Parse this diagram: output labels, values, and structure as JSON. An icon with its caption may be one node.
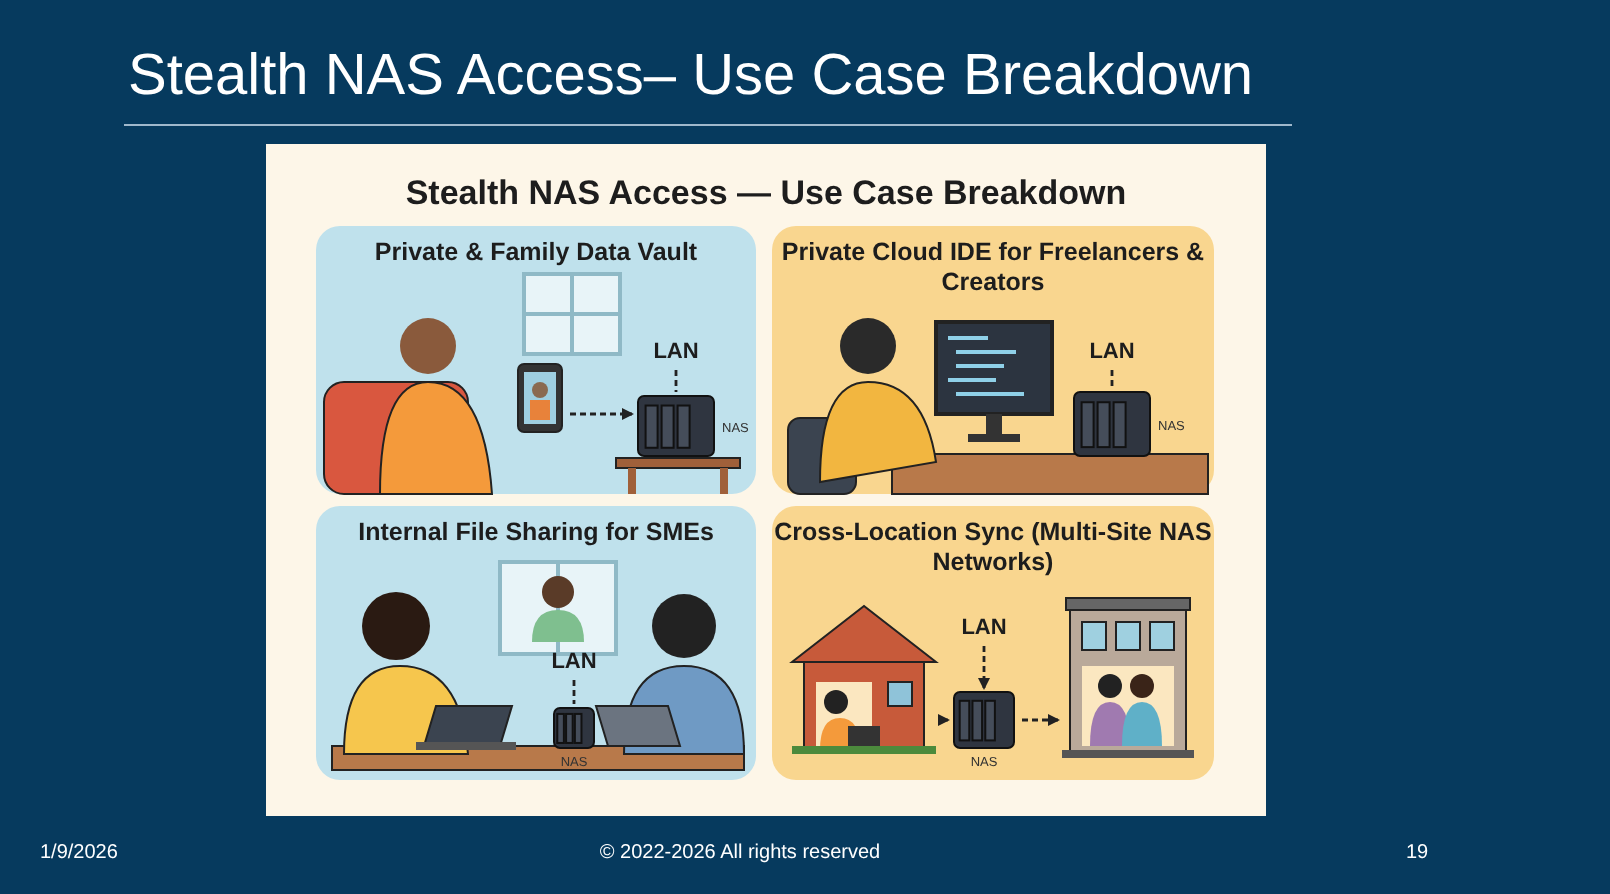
{
  "diagram": {
    "title": "Stealth NAS Access– Use Case Breakdown",
    "nodes": [
      {
        "text": [
          "Private & Family Data Vault"
        ]
      },
      {
        "text": [],
        "shape": "picture",
        "in": 0
      },
      {
        "text": [],
        "shape": "box",
        "in": 0,
        "beside": [
          "NAS"
        ]
      },
      {
        "text": [
          "LAN"
        ],
        "in": 0
      },
      {
        "text": [
          "Private Cloud IDE for Freelancers & Creators"
        ]
      },
      {
        "text": [],
        "shape": "box",
        "in": 4,
        "beside": [
          "NAS"
        ]
      },
      {
        "text": [
          "LAN"
        ],
        "in": 4
      },
      {
        "text": [
          "Internal File Sharing for SMEs"
        ]
      },
      {
        "text": [],
        "shape": "box",
        "in": 7,
        "beside": [
          "NAS"
        ]
      },
      {
        "text": [
          "LAN"
        ],
        "in": 7
      },
      {
        "text": [
          "Cross-Location Sync (Multi-Site NAS Networks)"
        ]
      },
      {
        "text": [],
        "shape": "picture",
        "in": 10
      },
      {
        "text": [],
        "shape": "box",
        "in": 10,
        "beside": [
          "NAS"
        ]
      },
      {
        "text": [],
        "shape": "picture",
        "in": 10
      },
      {
        "text": [
          "LAN"
        ],
        "in": 10
      }
    ],
    "edges": [
      {
        "from": 1,
        "to": 2,
        "arrow": "to",
        "style": "dashed"
      },
      {
        "from": 3,
        "to": 2,
        "arrow": "none",
        "style": "dashed"
      },
      {
        "from": 6,
        "to": 5,
        "arrow": "none",
        "style": "dashed"
      },
      {
        "from": 9,
        "to": 8,
        "arrow": "none",
        "style": "dashed"
      },
      {
        "from": 11,
        "to": 12,
        "arrow": "to",
        "style": "dashed"
      },
      {
        "from": 14,
        "to": 12,
        "arrow": "to",
        "style": "dashed"
      },
      {
        "from": 12,
        "to": 13,
        "arrow": "to",
        "style": "dashed"
      }
    ],
    "labels": [
      "Stealth NAS Access — Use Case Breakdown",
      "1/9/2026",
      "© 2022-2026 All rights reserved",
      "19"
    ]
  }
}
